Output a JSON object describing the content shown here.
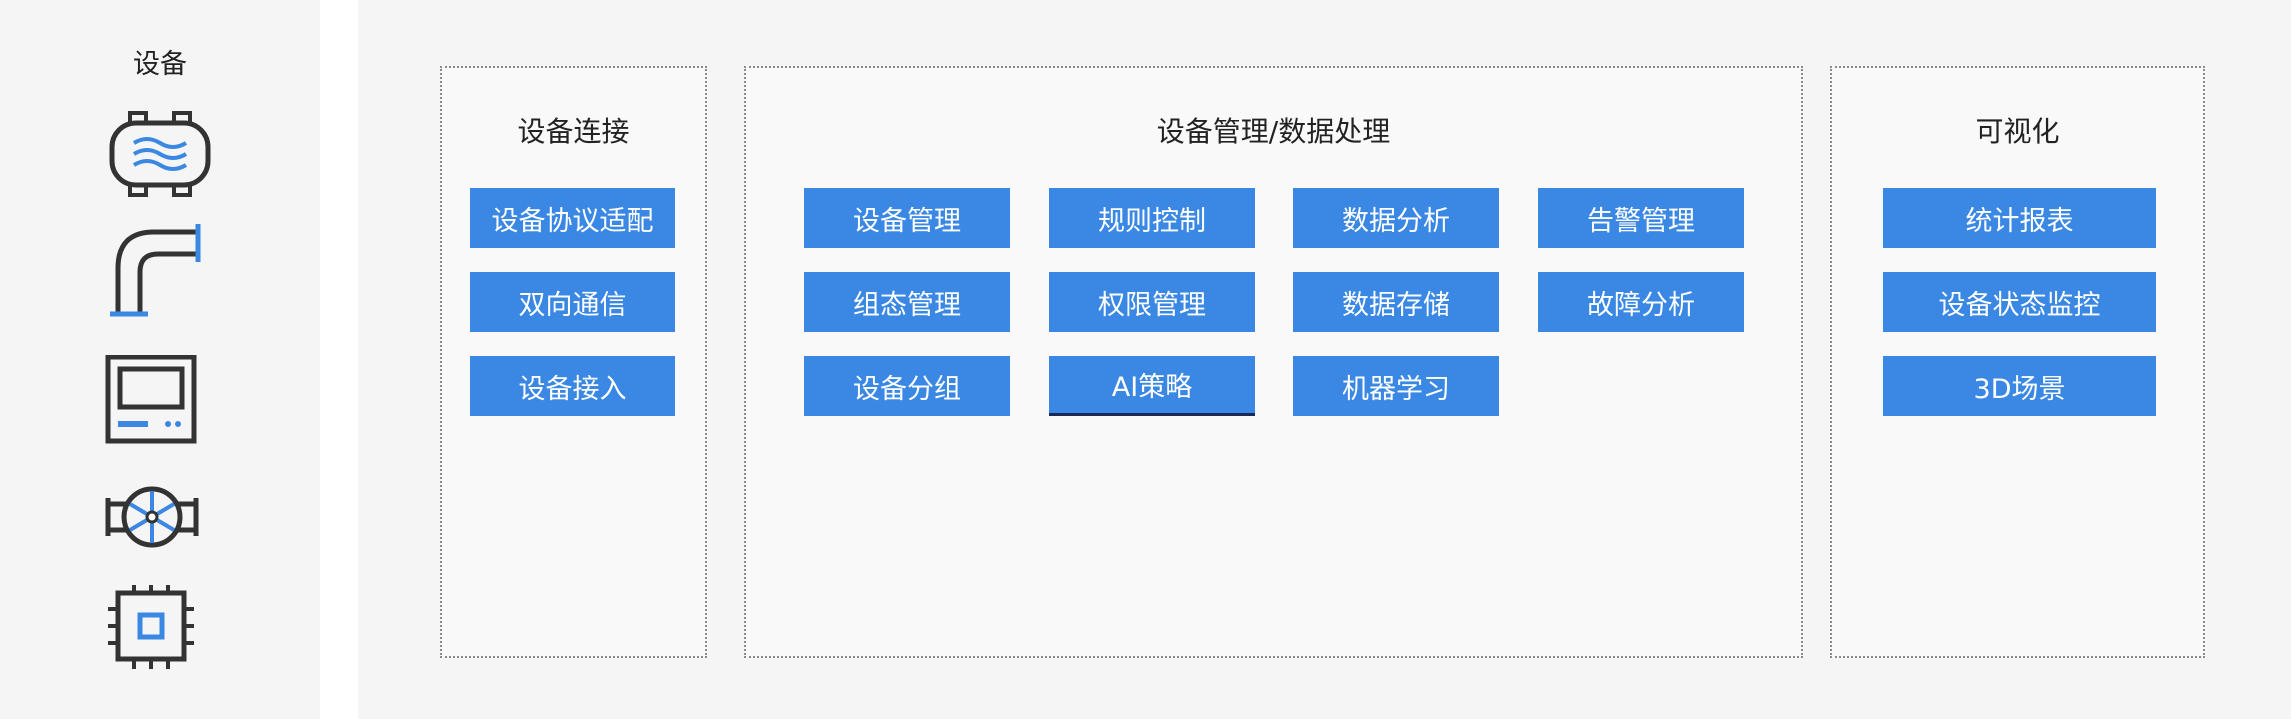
{
  "devices": {
    "title": "设备",
    "icons": [
      "tank-icon",
      "pipe-elbow-icon",
      "control-panel-icon",
      "valve-icon",
      "chip-icon"
    ]
  },
  "sections": {
    "connection": {
      "title": "设备连接",
      "items": [
        "设备协议适配",
        "双向通信",
        "设备接入"
      ]
    },
    "management": {
      "title": "设备管理/数据处理",
      "items": [
        "设备管理",
        "规则控制",
        "数据分析",
        "告警管理",
        "组态管理",
        "权限管理",
        "数据存储",
        "故障分析",
        "设备分组",
        "AI策略",
        "机器学习"
      ]
    },
    "visualization": {
      "title": "可视化",
      "items": [
        "统计报表",
        "设备状态监控",
        "3D场景"
      ]
    }
  },
  "colors": {
    "chip": "#3a88e3",
    "icon_stroke": "#333333",
    "icon_accent": "#3a88e3",
    "panel_bg": "#f5f5f5"
  }
}
